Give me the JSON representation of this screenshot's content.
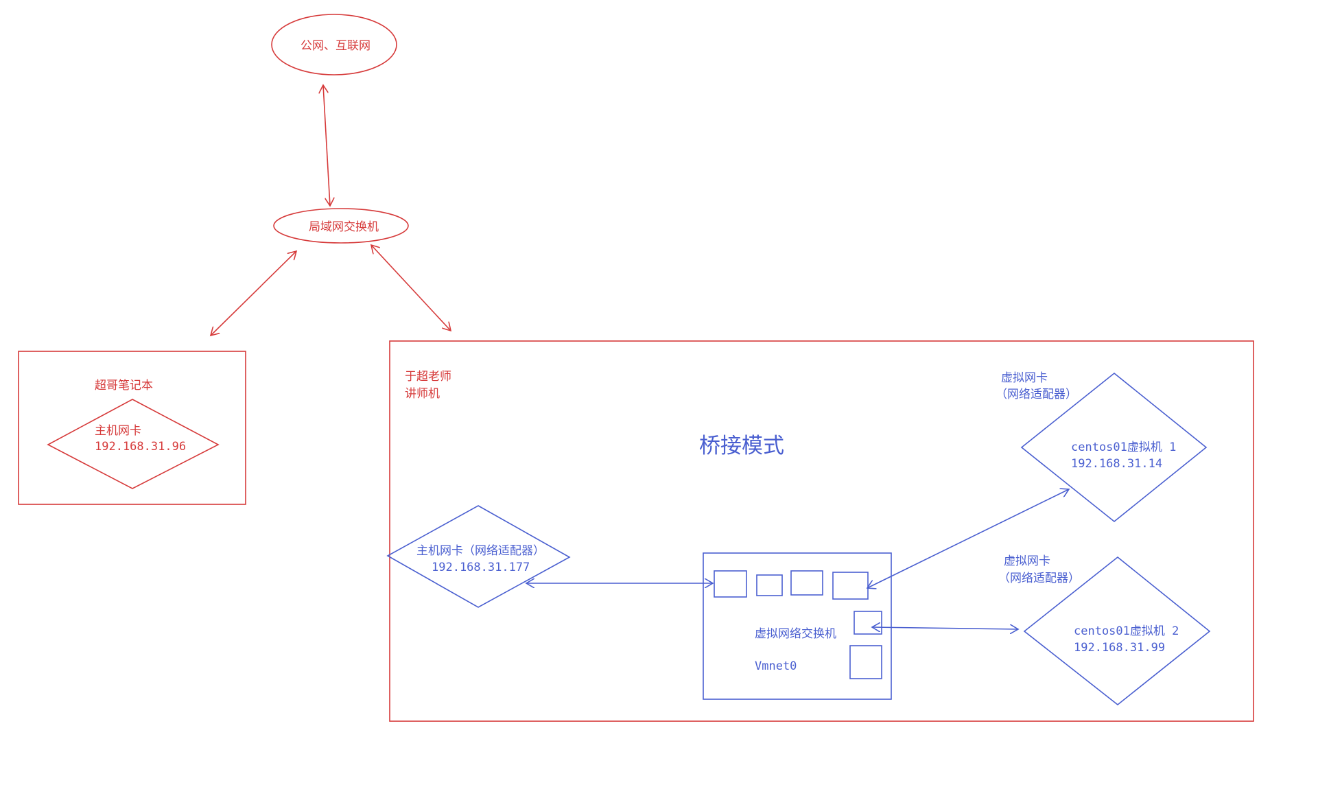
{
  "colors": {
    "physical": "#d63a3a",
    "virtual": "#4a5fd0",
    "background": "#ffffff"
  },
  "internet": {
    "label": "公网、互联网"
  },
  "lan_switch": {
    "label": "局域网交换机"
  },
  "laptop": {
    "label": "超哥笔记本",
    "nic": {
      "label": "主机网卡",
      "ip": "192.168.31.96"
    }
  },
  "host": {
    "label_line1": "于超老师",
    "label_line2": "讲师机",
    "mode_title": "桥接模式",
    "nic": {
      "label": "主机网卡（网络适配器）",
      "ip": "192.168.31.177"
    },
    "vswitch": {
      "label": "虚拟网络交换机",
      "name": "Vmnet0"
    },
    "vms": [
      {
        "nic_label_line1": "虚拟网卡",
        "nic_label_line2": "（网络适配器）",
        "name": "centos01虚拟机 1",
        "ip": "192.168.31.14"
      },
      {
        "nic_label_line1": "虚拟网卡",
        "nic_label_line2": "（网络适配器）",
        "name": "centos01虚拟机 2",
        "ip": "192.168.31.99"
      }
    ]
  }
}
